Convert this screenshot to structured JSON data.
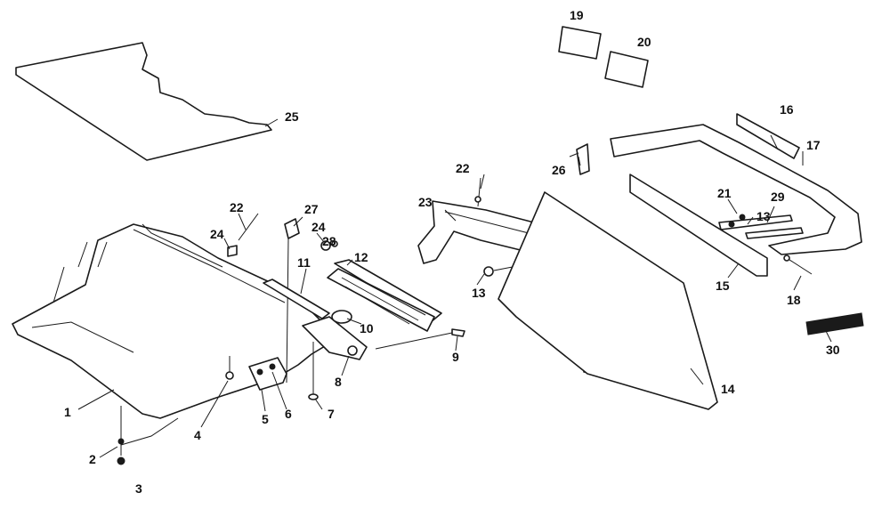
{
  "callouts": [
    {
      "id": "1",
      "label": "1"
    },
    {
      "id": "2",
      "label": "2"
    },
    {
      "id": "3",
      "label": "3"
    },
    {
      "id": "4",
      "label": "4"
    },
    {
      "id": "5",
      "label": "5"
    },
    {
      "id": "6",
      "label": "6"
    },
    {
      "id": "7",
      "label": "7"
    },
    {
      "id": "8",
      "label": "8"
    },
    {
      "id": "9",
      "label": "9"
    },
    {
      "id": "10",
      "label": "10"
    },
    {
      "id": "11",
      "label": "11"
    },
    {
      "id": "12",
      "label": "12"
    },
    {
      "id": "13a",
      "label": "13"
    },
    {
      "id": "13b",
      "label": "13"
    },
    {
      "id": "14",
      "label": "14"
    },
    {
      "id": "15",
      "label": "15"
    },
    {
      "id": "16",
      "label": "16"
    },
    {
      "id": "17",
      "label": "17"
    },
    {
      "id": "18",
      "label": "18"
    },
    {
      "id": "19",
      "label": "19"
    },
    {
      "id": "20",
      "label": "20"
    },
    {
      "id": "21",
      "label": "21"
    },
    {
      "id": "22a",
      "label": "22"
    },
    {
      "id": "22b",
      "label": "22"
    },
    {
      "id": "23",
      "label": "23"
    },
    {
      "id": "24a",
      "label": "24"
    },
    {
      "id": "24b",
      "label": "24"
    },
    {
      "id": "25",
      "label": "25"
    },
    {
      "id": "26",
      "label": "26"
    },
    {
      "id": "27",
      "label": "27"
    },
    {
      "id": "28",
      "label": "28"
    },
    {
      "id": "29",
      "label": "29"
    },
    {
      "id": "30",
      "label": "30"
    }
  ]
}
